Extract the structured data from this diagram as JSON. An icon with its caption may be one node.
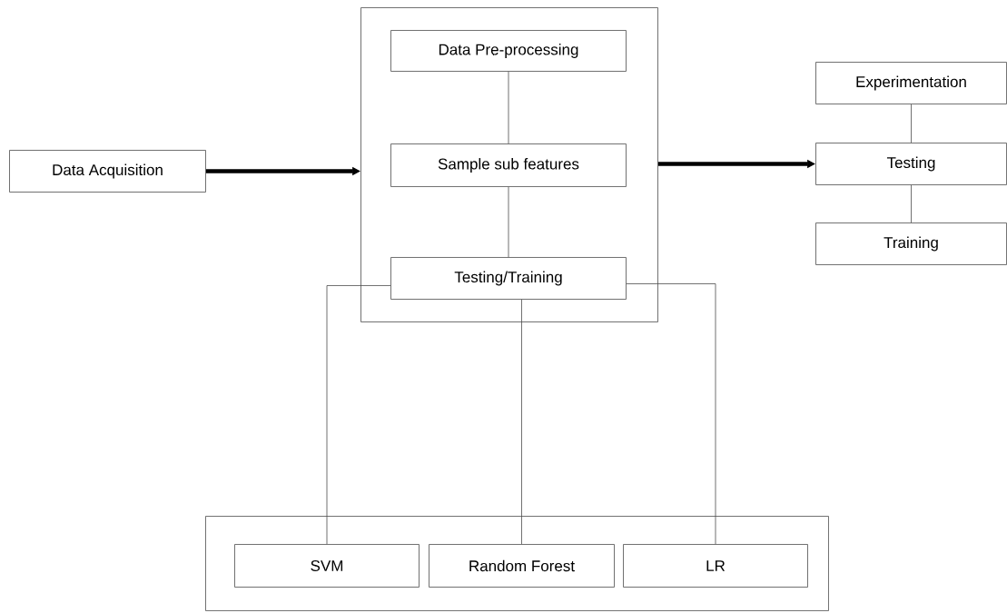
{
  "diagram": {
    "nodes": [
      {
        "text": [
          "Data Acquisition"
        ]
      },
      {
        "text": [],
        "shape": "box"
      },
      {
        "text": [
          "Data Pre-processing"
        ],
        "in": 1
      },
      {
        "text": [
          "Sample sub features"
        ],
        "in": 1
      },
      {
        "text": [
          "Testing/Training"
        ],
        "in": 1
      },
      {
        "text": [
          "Experimentation"
        ]
      },
      {
        "text": [
          "Testing"
        ]
      },
      {
        "text": [
          "Training"
        ]
      },
      {
        "text": [],
        "shape": "box"
      },
      {
        "text": [
          "SVM"
        ],
        "in": 8
      },
      {
        "text": [
          "Random Forest"
        ],
        "in": 8
      },
      {
        "text": [
          "LR"
        ],
        "in": 8
      }
    ],
    "edges": [
      {
        "from": 0,
        "to": 1,
        "arrow": "to",
        "style": "thick"
      },
      {
        "from": 2,
        "to": 3,
        "arrow": "none"
      },
      {
        "from": 3,
        "to": 4,
        "arrow": "none"
      },
      {
        "from": 1,
        "to": 6,
        "arrow": "to",
        "style": "thick"
      },
      {
        "from": 5,
        "to": 6,
        "arrow": "none"
      },
      {
        "from": 6,
        "to": 7,
        "arrow": "none"
      },
      {
        "from": 4,
        "to": 9,
        "arrow": "none"
      },
      {
        "from": 4,
        "to": 10,
        "arrow": "none"
      },
      {
        "from": 4,
        "to": 11,
        "arrow": "none"
      }
    ]
  }
}
